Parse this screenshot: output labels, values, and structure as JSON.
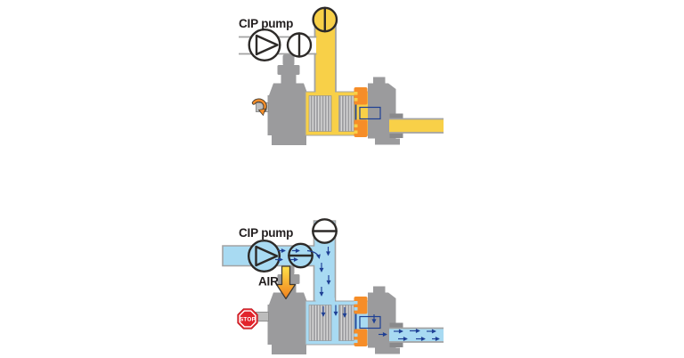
{
  "colors": {
    "product": "#F8D048",
    "fluid": "#A8DAF2",
    "pipe_outline": "#A3A3A3",
    "body_gray": "#9B9B9D",
    "dark_gray": "#8A8A8C",
    "fin_dark": "#9D9DA0",
    "fin_light": "#D8D8D8",
    "clamp_orange": "#F68D28",
    "navy": "#1E3F94",
    "outline_dark": "#2D2A28",
    "stop_red": "#E2242C",
    "air_top": "#FFE14A",
    "air_bottom": "#F07F1C",
    "text": "#231F20",
    "background": "#FFFFFF"
  },
  "diagrams": {
    "top": {
      "label_cip_pump": "CIP pump",
      "icons": [
        "cip-pump-symbol-icon",
        "inline-valve-closed-icon",
        "riser-valve-open-icon",
        "shaft-rotation-arrow-icon"
      ]
    },
    "bottom": {
      "label_cip_pump": "CIP pump",
      "label_air": "AIR",
      "label_stop": "STOP",
      "icons": [
        "cip-pump-symbol-icon",
        "inline-valve-open-icon",
        "riser-valve-closed-icon",
        "air-injection-arrow-icon",
        "stop-sign-icon",
        "flow-arrow-icon"
      ]
    }
  }
}
